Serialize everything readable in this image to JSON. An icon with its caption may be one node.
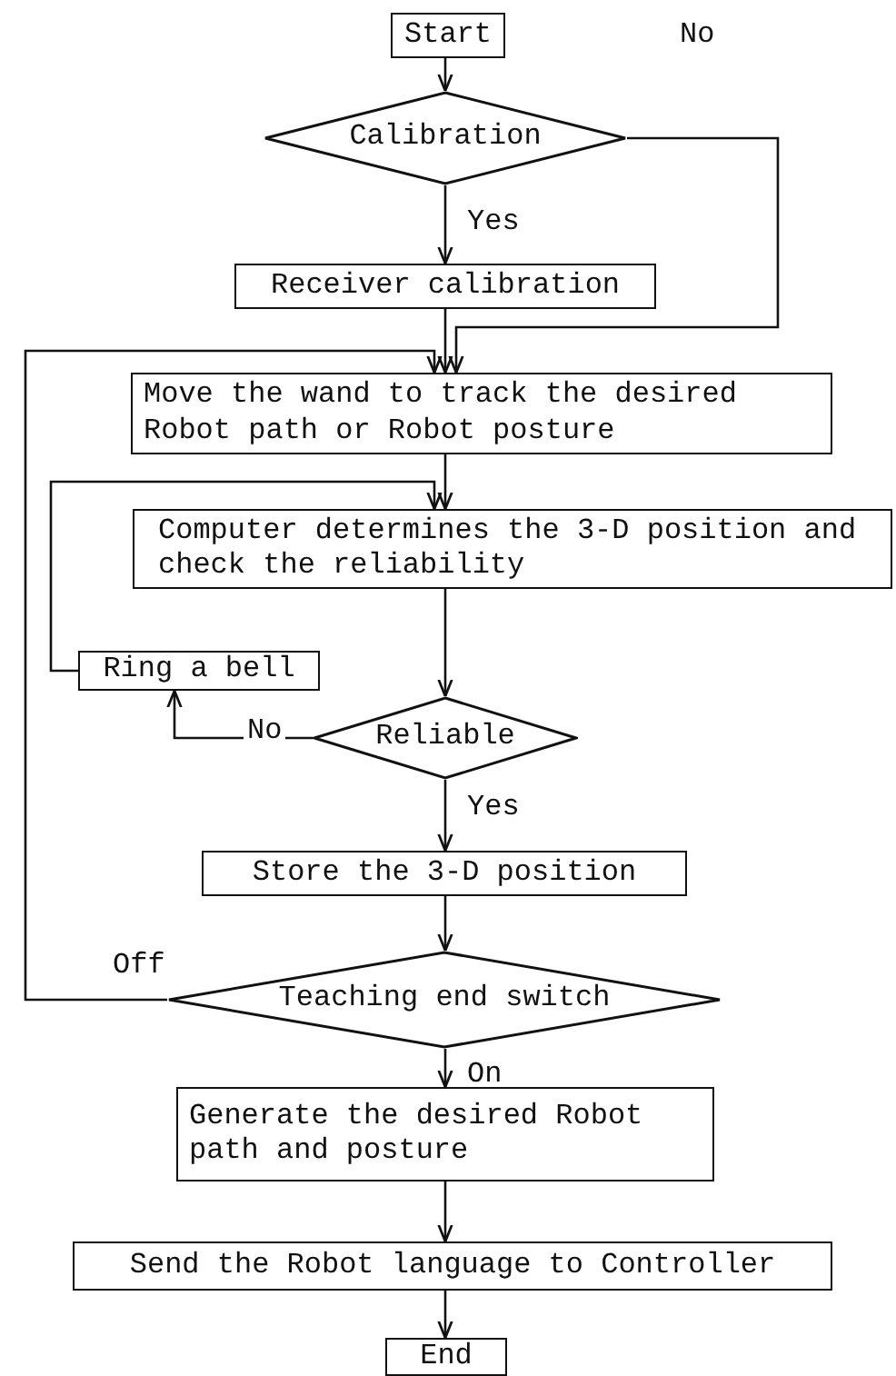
{
  "diagram": {
    "nodes": [
      {
        "text": [
          "Start"
        ]
      },
      {
        "text": [
          "Calibration"
        ]
      },
      {
        "text": [
          "Receiver calibration"
        ]
      },
      {
        "text": [
          "Move the wand to track the desired Robot path or Robot posture"
        ]
      },
      {
        "text": [
          "Computer determines the 3-D position and check the reliability"
        ]
      },
      {
        "text": [
          "Ring a bell"
        ]
      },
      {
        "text": [
          "Reliable"
        ]
      },
      {
        "text": [
          "Store the 3-D position"
        ]
      },
      {
        "text": [
          "Teaching end switch"
        ]
      },
      {
        "text": [
          "Generate the desired Robot path and posture"
        ]
      },
      {
        "text": [
          "Send the Robot language to Controller"
        ]
      },
      {
        "text": [
          "End"
        ]
      }
    ],
    "edges": [
      {
        "from": 0,
        "to": 1,
        "arrow": "to"
      },
      {
        "from": 1,
        "to": 2,
        "arrow": "to",
        "label": "Yes"
      },
      {
        "from": 1,
        "to": 3,
        "arrow": "to",
        "label": "No"
      },
      {
        "from": 2,
        "to": 3,
        "arrow": "to"
      },
      {
        "from": 3,
        "to": 4,
        "arrow": "to"
      },
      {
        "from": 4,
        "to": 6,
        "arrow": "to"
      },
      {
        "from": 6,
        "to": 5,
        "arrow": "to",
        "label": "No"
      },
      {
        "from": 5,
        "to": 4,
        "arrow": "to"
      },
      {
        "from": 6,
        "to": 7,
        "arrow": "to",
        "label": "Yes"
      },
      {
        "from": 7,
        "to": 8,
        "arrow": "to"
      },
      {
        "from": 8,
        "to": 3,
        "arrow": "to",
        "label": "Off"
      },
      {
        "from": 8,
        "to": 9,
        "arrow": "to",
        "label": "On"
      },
      {
        "from": 9,
        "to": 10,
        "arrow": "to"
      },
      {
        "from": 10,
        "to": 11,
        "arrow": "to"
      }
    ]
  }
}
